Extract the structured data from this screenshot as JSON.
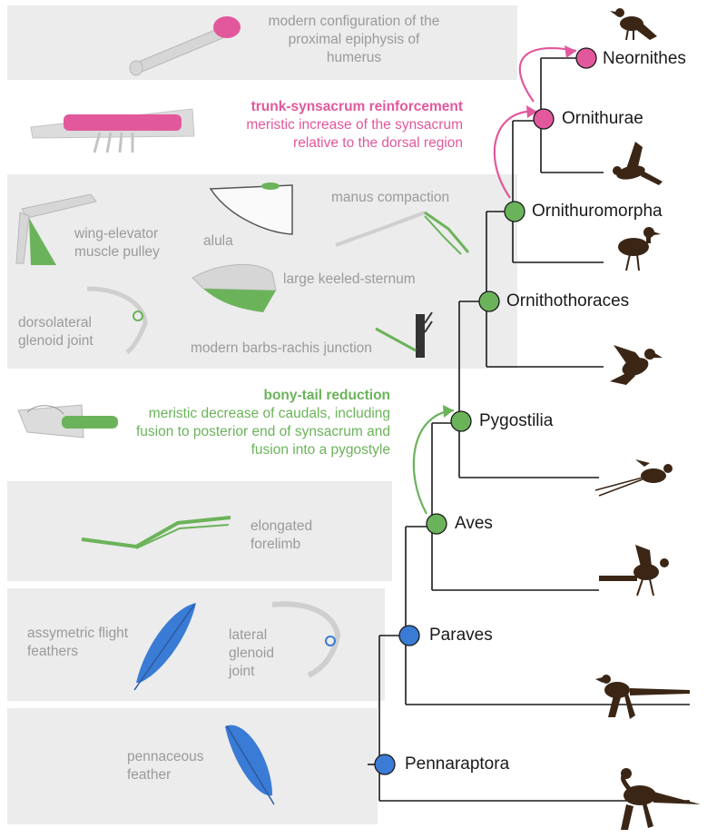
{
  "features": {
    "humerus": "modern configuration of the proximal epiphysis of humerus",
    "synsacrum_title": "trunk-synsacrum reinforcement",
    "synsacrum_desc": "meristic increase of the synsacrum relative to the dorsal region",
    "wing_elevator": "wing-elevator muscle pulley",
    "alula": "alula",
    "manus": "manus compaction",
    "keel": "large keeled-sternum",
    "dorsolateral": "dorsolateral glenoid joint",
    "barbs": "modern barbs-rachis junction",
    "tail_title": "bony-tail reduction",
    "tail_desc": "meristic decrease of caudals, including fusion to posterior end of synsacrum and fusion into a pygostyle",
    "forelimb": "elongated forelimb",
    "assymetric": "assymetric flight feathers",
    "lateral": "lateral glenoid joint",
    "pennaceous": "pennaceous feather"
  },
  "clades": {
    "neornithes": "Neornithes",
    "ornithurae": "Ornithurae",
    "ornithuromorpha": "Ornithuromorpha",
    "ornithothoraces": "Ornithothoraces",
    "pygostilia": "Pygostilia",
    "aves": "Aves",
    "paraves": "Paraves",
    "pennaraptora": "Pennaraptora"
  },
  "colors": {
    "pink": "#e2589c",
    "green": "#6bb35a",
    "blue": "#3a7bd5",
    "band": "#ececec",
    "silhouette": "#3b2616"
  }
}
